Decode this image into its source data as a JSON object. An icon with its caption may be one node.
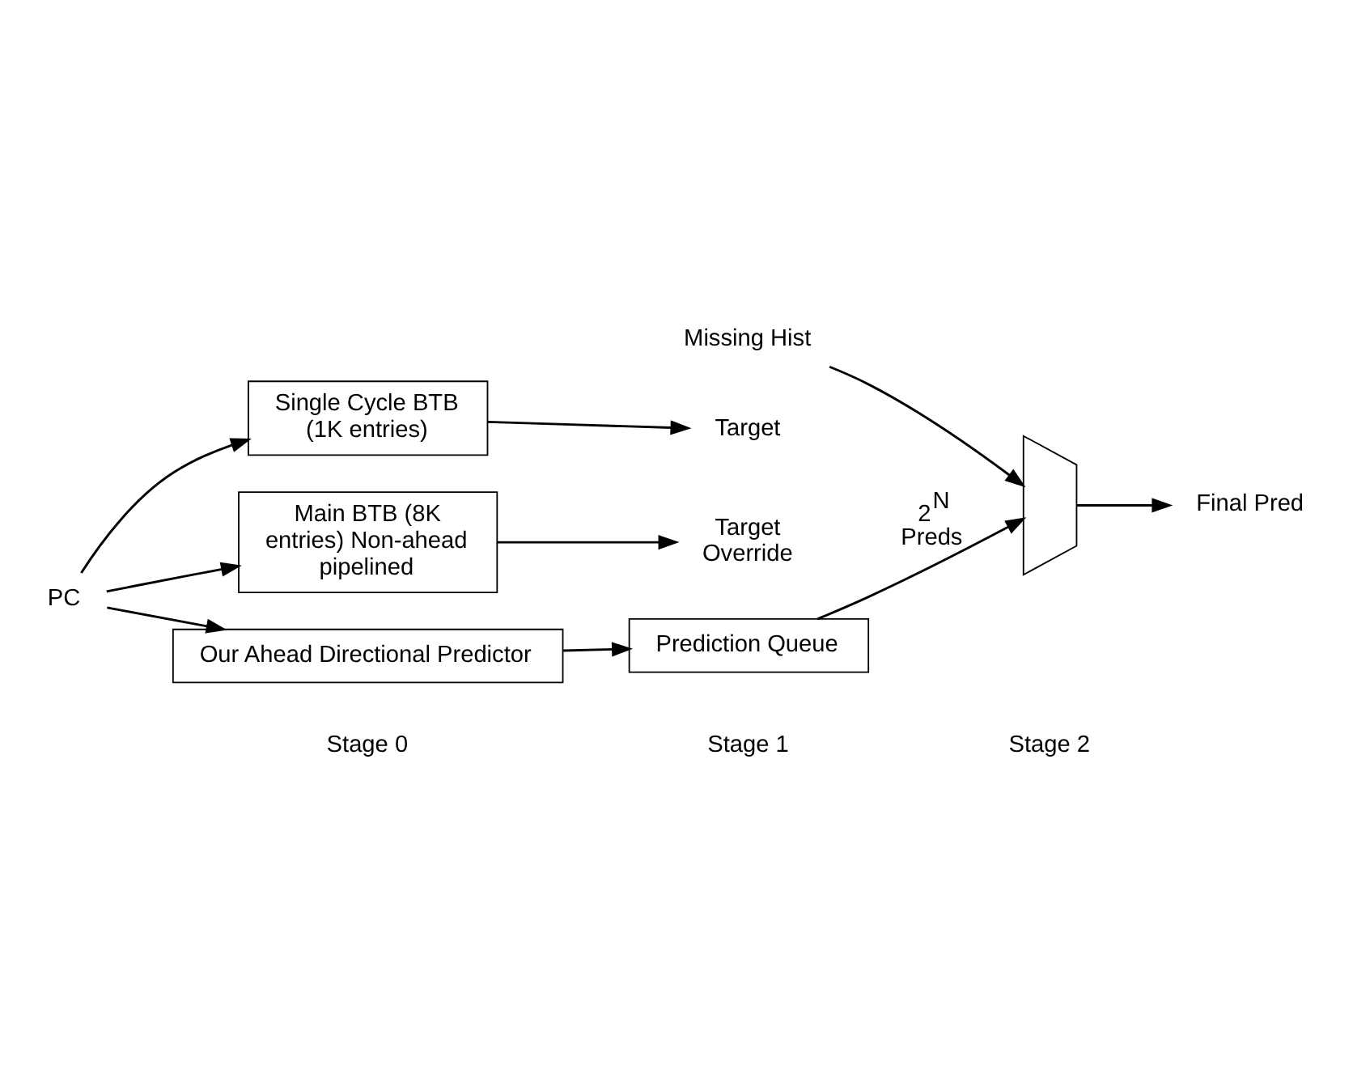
{
  "diagram": {
    "nodes": [
      {
        "text": [
          "PC"
        ]
      },
      {
        "text": [
          "Missing Hist"
        ]
      },
      {
        "text": [],
        "shape": "trapezoid"
      },
      {
        "text": [
          "Final Pred"
        ]
      },
      {
        "text": [
          "Prediction Queue"
        ]
      },
      {
        "text": [
          "Our Ahead Directional Predictor"
        ]
      },
      {
        "text": [
          "Single Cycle BTB (1K entries)"
        ]
      },
      {
        "text": [
          "Target"
        ]
      },
      {
        "text": [
          "Main BTB (8K entries) Non-ahead pipelined"
        ]
      },
      {
        "text": [
          "Target Override"
        ]
      }
    ],
    "edges": [
      {
        "from": 0,
        "to": 5,
        "arrow": "to"
      },
      {
        "from": 0,
        "to": 6,
        "arrow": "to"
      },
      {
        "from": 0,
        "to": 8,
        "arrow": "to"
      },
      {
        "from": 1,
        "to": 2,
        "arrow": "to"
      },
      {
        "from": 4,
        "to": 2,
        "arrow": "to",
        "label": "2$^{N}$ Preds"
      },
      {
        "from": 2,
        "to": 3,
        "arrow": "to"
      },
      {
        "from": 5,
        "to": 4,
        "arrow": "to"
      },
      {
        "from": 6,
        "to": 7,
        "arrow": "to"
      },
      {
        "from": 8,
        "to": 9,
        "arrow": "to"
      }
    ],
    "labels": [
      "Stage 0",
      "Stage 1",
      "Stage 2"
    ]
  }
}
